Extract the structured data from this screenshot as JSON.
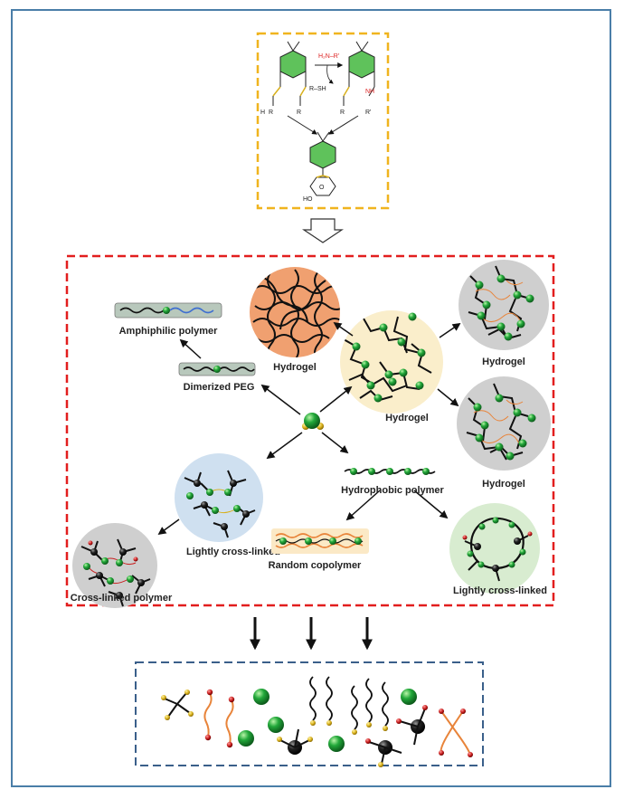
{
  "colors": {
    "frame_border": "#4a7ea8",
    "top_box_border": "#f0b41e",
    "middle_box_border": "#e21e1e",
    "bottom_box_border": "#3a5f8a",
    "green_sphere": "#22a83a",
    "yellow_end": "#d8b01c",
    "red_end": "#c81e1e",
    "orange_chain": "#e8843a",
    "blue_segment": "#3f6fd0",
    "hydrogel_orange_bg": "#f0a070",
    "hydrogel_cream_bg": "#faeecb",
    "hydrogel_grey_bg": "#cfcfcf",
    "crosslink_blue_bg": "#cfe0f0",
    "crosslink_green_bg": "#d8ecd0",
    "copolymer_bg": "#fbe9c6"
  },
  "reaction": {
    "amine_reagent": "H₂N–R'",
    "thiol_product": "R–SH",
    "nh_label": "NH",
    "r_prime_label": "R'",
    "h_label": "H",
    "r_label_1": "R",
    "r_label_2": "R",
    "r_label_3": "R",
    "ho_label": "HO"
  },
  "labels": {
    "amphiphilic": "Amphiphilic polymer",
    "dimerized_peg": "Dimerized PEG",
    "hydrogel_left": "Hydrogel",
    "hydrogel_center": "Hydrogel",
    "hydrogel_right_top": "Hydrogel",
    "hydrogel_right_bottom": "Hydrogel",
    "hydrophobic": "Hydrophobic polymer",
    "lightly_left": "Lightly cross-linked",
    "random_copolymer": "Random copolymer",
    "crosslinked_polymer": "Cross-linked polymer",
    "lightly_right": "Lightly cross-linked"
  }
}
